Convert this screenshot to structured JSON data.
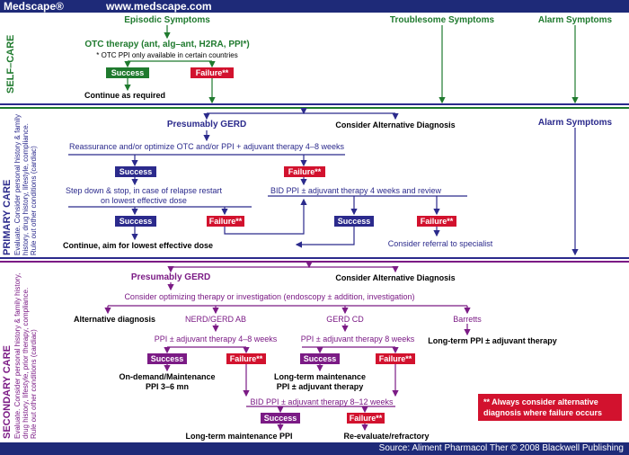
{
  "header": {
    "brand": "Medscape®",
    "url": "www.medscape.com"
  },
  "footer": {
    "source": "Source: Aliment Pharmacol Ther © 2008 Blackwell Publishing"
  },
  "colors": {
    "self_care": "#1f7a2e",
    "primary": "#2b2a8c",
    "secondary": "#7b1b85",
    "failure": "#d2122e",
    "banner": "#1e2a78"
  },
  "sections": {
    "self_care": {
      "title": "SELF–CARE"
    },
    "primary": {
      "title": "PRIMARY CARE",
      "subtitle_1": "Evaluate. Consider personal history & family",
      "subtitle_2": "history, drug history, lifestyle, compliance.",
      "subtitle_3": "Rule out other conditions (cardiac)"
    },
    "secondary": {
      "title": "SECONDARY CARE",
      "subtitle_1": "Evaluate. Consider personal history & family history,",
      "subtitle_2": "drug history, lifestyle, prior therapy, compliance.",
      "subtitle_3": "Rule out other conditions (cardiac)"
    }
  },
  "self_care": {
    "episodic": "Episodic Symptoms",
    "troublesome": "Troublesome Symptoms",
    "alarm": "Alarm Symptoms",
    "otc": "OTC therapy (ant, alg–ant, H2RA, PPI*)",
    "otc_note": "* OTC PPI only available in certain countries",
    "success": "Success",
    "failure": "Failure**",
    "continue": "Continue as required"
  },
  "primary": {
    "presumably_gerd": "Presumably GERD",
    "consider_alt": "Consider Alternative Diagnosis",
    "alarm": "Alarm Symptoms",
    "reassurance": "Reassurance and/or optimize OTC and/or PPI + adjuvant therapy 4–8 weeks",
    "success": "Success",
    "failure": "Failure**",
    "step_down_1": "Step down & stop, in case of relapse restart",
    "step_down_2": "on lowest effective dose",
    "bid": "BID PPI ± adjuvant therapy 4 weeks and review",
    "continue": "Continue, aim for lowest effective dose",
    "referral": "Consider referral to specialist"
  },
  "secondary": {
    "presumably_gerd": "Presumably GERD",
    "consider_alt": "Consider Alternative Diagnosis",
    "optimizing": "Consider optimizing therapy or investigation (endoscopy ± addition, investigation)",
    "alt_dx": "Alternative diagnosis",
    "nerd": "NERD/GERD AB",
    "gerd_cd": "GERD CD",
    "barretts": "Barretts",
    "ppi_4_8": "PPI ± adjuvant therapy 4–8 weeks",
    "ppi_8": "PPI ± adjuvant therapy 8 weeks",
    "long_term_ppi": "Long-term PPI ± adjuvant therapy",
    "success": "Success",
    "failure": "Failure**",
    "on_demand_1": "On-demand/Maintenance",
    "on_demand_2": "PPI 3–6 mn",
    "ltm_1": "Long-term maintenance",
    "ltm_2": "PPI ± adjuvant therapy",
    "bid": "BID PPI ± adjuvant therapy 8–12 weeks",
    "ltm_ppi": "Long-term maintenance PPI",
    "reevaluate": "Re-evaluate/refractory"
  },
  "warning": {
    "line_1": "** Always consider alternative",
    "line_2": "diagnosis where failure occurs"
  }
}
